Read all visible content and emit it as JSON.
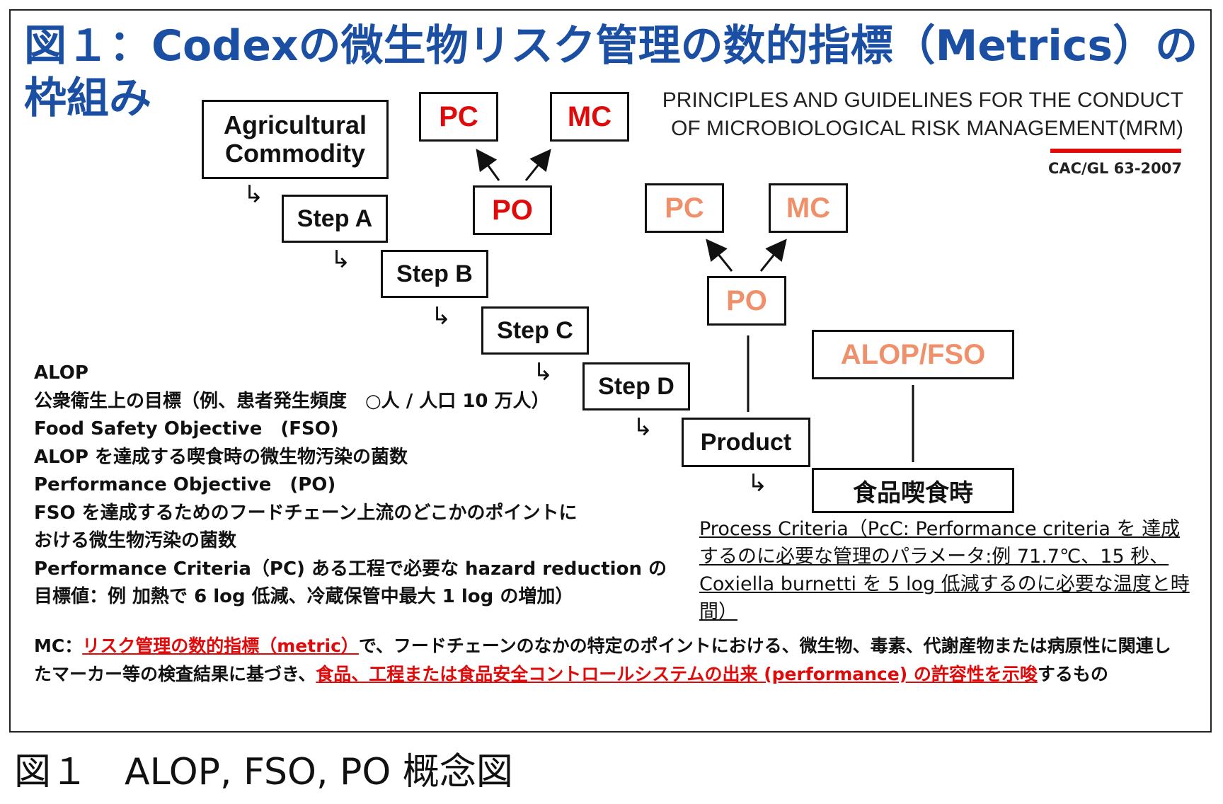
{
  "title": {
    "line1": "図１：Codexの微生物リスク管理の数的指標（Metrics）の",
    "line2": "枠組み"
  },
  "reference": {
    "line1": "PRINCIPLES AND GUIDELINES FOR THE CONDUCT",
    "line2": "OF MICROBIOLOGICAL RISK MANAGEMENT(MRM)",
    "code": "CAC/GL 63-2007"
  },
  "flow": {
    "commodity": "Agricultural Commodity",
    "step_a": "Step A",
    "step_b": "Step B",
    "step_c": "Step C",
    "step_d": "Step D",
    "product": "Product",
    "consumption": "食品喫食時",
    "pc1": "PC",
    "mc1": "MC",
    "po1": "PO",
    "pc2": "PC",
    "mc2": "MC",
    "po2": "PO",
    "alop_fso": "ALOP/FSO"
  },
  "colors": {
    "title_blue": "#1a4fa3",
    "red": "#e00a0a",
    "orange": "#f0906a"
  },
  "definitions": [
    "ALOP",
    "公衆衛生上の目標（例、患者発生頻度　○人 / 人口 10 万人）",
    "Food Safety Objective　(FSO)",
    "ALOP を達成する喫食時の微生物汚染の菌数",
    "Performance Objective　(PO)",
    "FSO を達成するためのフードチェーン上流のどこかのポイントに",
    "おける微生物汚染の菌数",
    "Performance Criteria（PC) ある工程で必要な hazard reduction の",
    "目標値：例 加熱で 6  log 低減、冷蔵保管中最大 1  log の増加）"
  ],
  "process_criteria": "Process Criteria（PcC: Performance criteria を 達成するのに必要な管理のパラメータ:例 71.7℃、15 秒、Coxiella burnetti を 5 log 低減するのに必要な温度と時間）",
  "mc_note": {
    "prefix": "MC：",
    "red1": "リスク管理の数的指標（metric）",
    "middle": "で、フードチェーンのなかの特定のポイントにおける、微生物、毒素、代謝産物または病原性に関連したマーカー等の検査結果に基づき、",
    "red2": "食品、工程または食品安全コントロールシステムの出来 (performance) の許容性を示唆",
    "suffix": "するもの"
  },
  "caption": "図１　ALOP, FSO, PO 概念図"
}
